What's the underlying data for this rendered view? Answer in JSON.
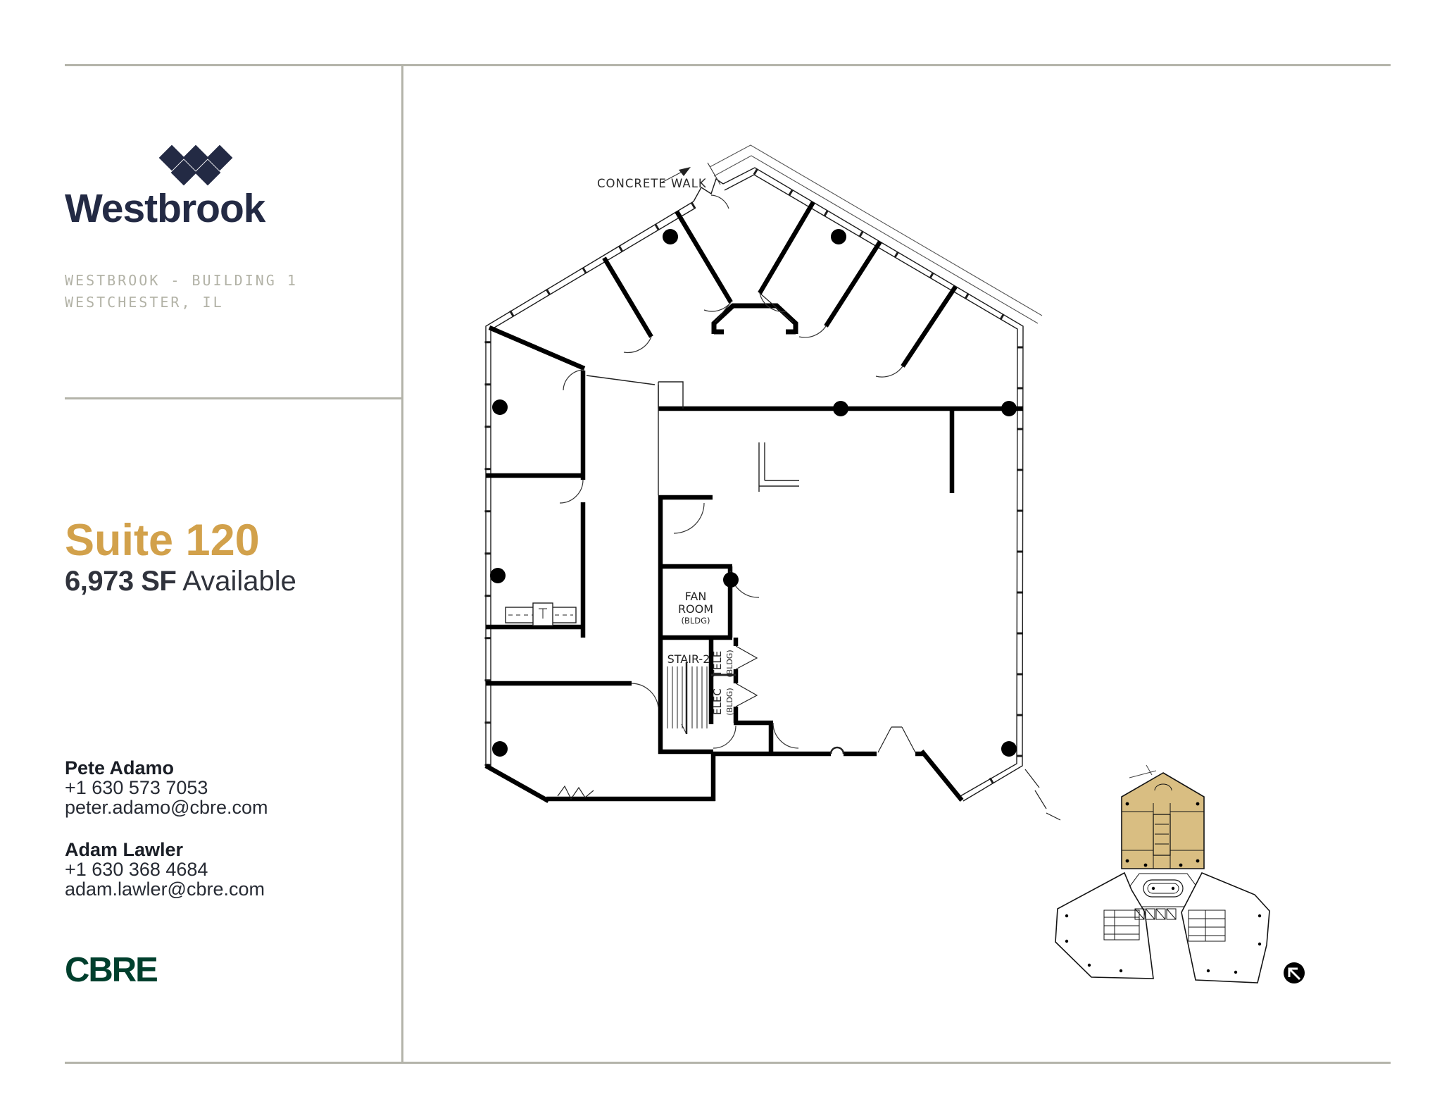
{
  "brand": {
    "wordmark": "Westbrook",
    "caption_line1": "WESTBROOK - BUILDING 1",
    "caption_line2": "WESTCHESTER, IL"
  },
  "listing": {
    "suite": "Suite 120",
    "area": "6,973 SF",
    "availability": "Available"
  },
  "contacts": [
    {
      "name": "Pete Adamo",
      "phone": "+1 630 573 7053",
      "email": "peter.adamo@cbre.com"
    },
    {
      "name": "Adam Lawler",
      "phone": "+1 630 368 4684",
      "email": "adam.lawler@cbre.com"
    }
  ],
  "broker": {
    "logo": "CBRE"
  },
  "plan": {
    "labels": {
      "concrete_walk": "CONCRETE WALK",
      "fan_line1": "FAN",
      "fan_line2": "ROOM",
      "fan_line3": "(BLDG)",
      "stair": "STAIR-2",
      "tele": "TELE",
      "tele_sub": "(BLDG)",
      "elec": "ELEC",
      "elec_sub": "(BLDG)"
    }
  },
  "colors": {
    "navy": "#232a44",
    "gold": "#d2a14b",
    "cbre_green": "#003f2d",
    "rule_gray": "#b4b4aa",
    "keyplan_highlight": "#d9be82",
    "wall_black": "#000000"
  }
}
